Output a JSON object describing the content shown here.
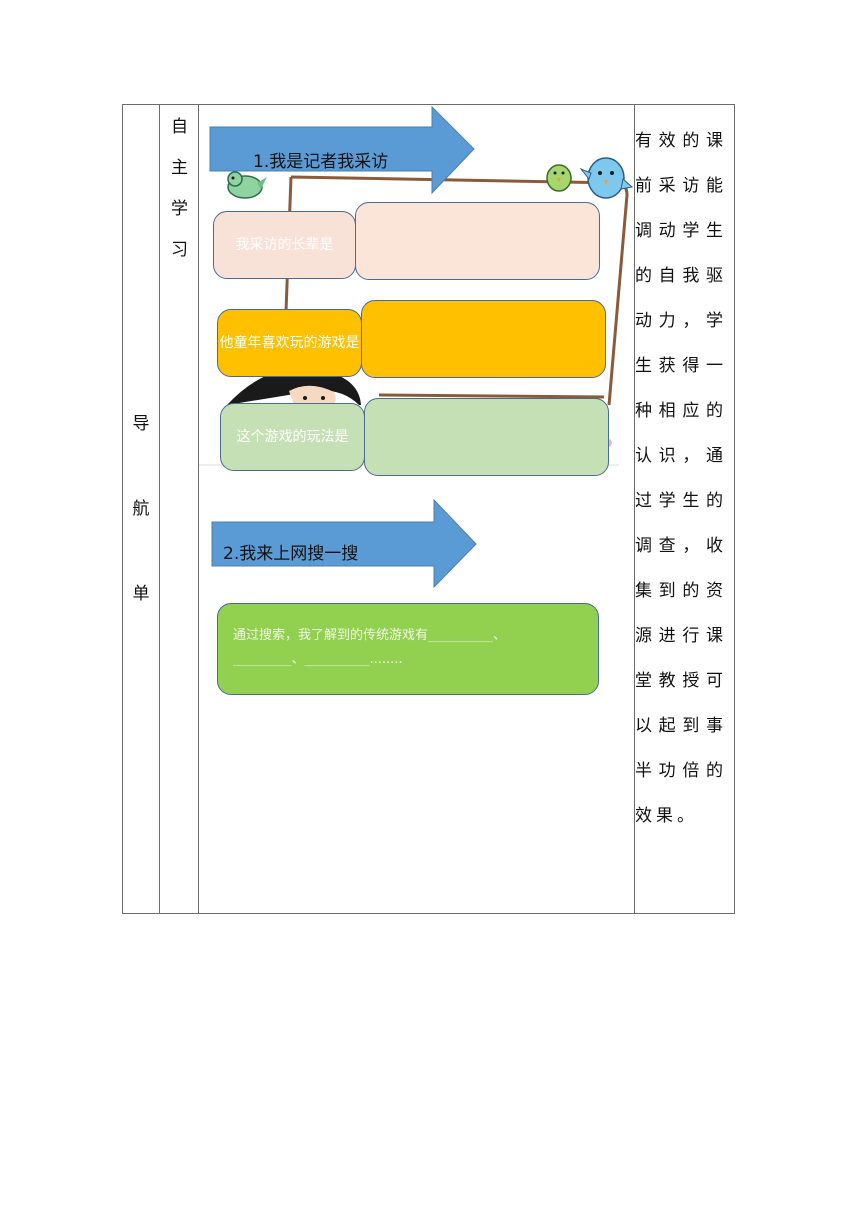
{
  "column1": {
    "chars": [
      "导",
      "航",
      "单"
    ]
  },
  "column2": {
    "chars": [
      "自",
      "主",
      "学",
      "习"
    ]
  },
  "section1": {
    "title": "1.我是记者我采访",
    "rows": [
      {
        "label": "我采访的长辈是",
        "label_color": "#f8e1d6",
        "value_color": "#fbe4d8",
        "text_color": "#ffffff"
      },
      {
        "label": "他童年喜欢玩的游戏是",
        "label_color": "#ffc000",
        "value_color": "#ffc000",
        "text_color": "#ffffff"
      },
      {
        "label": "这个游戏的玩法是",
        "label_color": "#c5e0b4",
        "value_color": "#c5e0b4",
        "text_color": "#ffffff"
      }
    ]
  },
  "section2": {
    "title": "2.我来上网搜一搜",
    "line1": "通过搜索，我了解到的传统游戏有__________、",
    "line2": "_________、__________........",
    "box_color": "#92d050"
  },
  "notes": {
    "text": "有效的课前采访能调动学生的自我驱动力，学生获得一种相应的认识，通过学生的调查，收集到的资源进行课堂教授可以起到事半功倍的效果。"
  },
  "colors": {
    "arrow": "#5b9bd5",
    "border": "#4a6a98",
    "frame": "#8a5a3b"
  },
  "icons": [
    "bird-icon",
    "girl-illustration"
  ]
}
